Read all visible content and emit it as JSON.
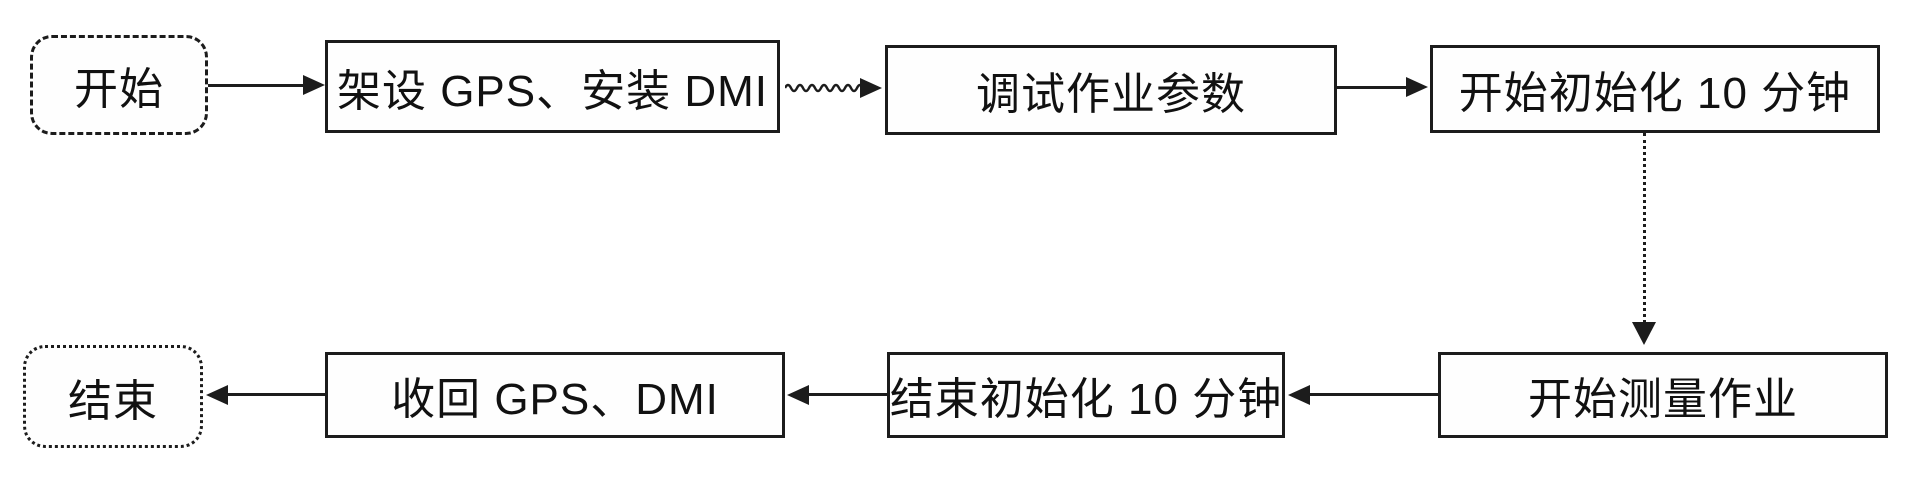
{
  "diagram": {
    "type": "flowchart",
    "background_color": "#ffffff",
    "stroke_color": "#1c1c1c",
    "text_color": "#111111",
    "nodes": [
      {
        "id": "start",
        "label": "开始",
        "shape": "terminator"
      },
      {
        "id": "setup",
        "label": "架设 GPS、安装 DMI",
        "shape": "process"
      },
      {
        "id": "debug",
        "label": "调试作业参数",
        "shape": "process"
      },
      {
        "id": "init",
        "label": "开始初始化 10 分钟",
        "shape": "process"
      },
      {
        "id": "measure",
        "label": "开始测量作业",
        "shape": "process"
      },
      {
        "id": "end-init",
        "label": "结束初始化 10 分钟",
        "shape": "process"
      },
      {
        "id": "recover",
        "label": "收回 GPS、DMI",
        "shape": "process"
      },
      {
        "id": "end",
        "label": "结束",
        "shape": "terminator"
      }
    ],
    "edges": [
      {
        "from": "start",
        "to": "setup",
        "style": "solid",
        "direction": "right"
      },
      {
        "from": "setup",
        "to": "debug",
        "style": "wavy",
        "direction": "right"
      },
      {
        "from": "debug",
        "to": "init",
        "style": "solid",
        "direction": "right"
      },
      {
        "from": "init",
        "to": "measure",
        "style": "dotted",
        "direction": "down"
      },
      {
        "from": "measure",
        "to": "end-init",
        "style": "solid",
        "direction": "left"
      },
      {
        "from": "end-init",
        "to": "recover",
        "style": "solid",
        "direction": "left"
      },
      {
        "from": "recover",
        "to": "end",
        "style": "solid",
        "direction": "left"
      }
    ]
  }
}
